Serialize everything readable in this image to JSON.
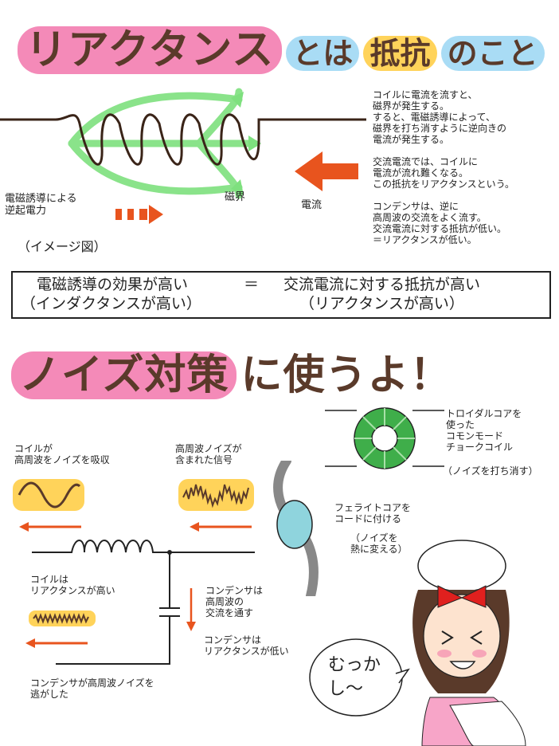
{
  "top": {
    "title_part1": "リアクタンス",
    "title_part2": "とは",
    "title_part3": "抵抗",
    "title_part4": "のこと",
    "explanation": "コイルに電流を流すと、\n磁界が発生する。\nすると、電磁誘導によって、\n磁界を打ち消すように逆向きの\n電流が発生する。\n\n交流電流では、コイルに\n電流が流れ難くなる。\nこの抵抗をリアクタンスという。\n\nコンデンサは、逆に\n高周波の交流をよく流す。\n交流電流に対する抵抗が低い。\n＝リアクタンスが低い。",
    "label_back_emf": "電磁誘導による\n逆起電力",
    "label_field": "磁界",
    "label_current": "電流",
    "label_image": "（イメージ図）"
  },
  "summary_box": {
    "left_line1": "電磁誘導の効果が高い",
    "left_line2": "（インダクタンスが高い）",
    "equals": "＝",
    "right_line1": "交流電流に対する抵抗が高い",
    "right_line2": "（リアクタンスが高い）"
  },
  "bottom": {
    "title_part1": "ノイズ対策",
    "title_part2": "に使うよ！",
    "coil_absorb": "コイルが\n高周波をノイズを吸収",
    "noisy_signal": "高周波ノイズが\n含まれた信号",
    "coil_high": "コイルは\nリアクタンスが高い",
    "cap_pass": "コンデンサは\n高周波の\n交流を通す",
    "cap_low": "コンデンサは\nリアクタンスが低い",
    "cap_escape": "コンデンサが高周波ノイズを\n逃がした",
    "toroid": "トロイダルコアを\n使った\nコモンモード\nチョークコイル",
    "toroid_note": "（ノイズを打ち消す）",
    "ferrite": "フェライトコアを\nコードに付ける",
    "ferrite_note": "（ノイズを\n熱に変える）",
    "speech": "むっか\nし～"
  },
  "colors": {
    "green_arrow": "#7ee07e",
    "red_arrow": "#e8541e",
    "pink": "#f48ab8",
    "blue": "#a9dcf5",
    "yellow": "#ffd35a",
    "toroid_green": "#3fae4a"
  }
}
